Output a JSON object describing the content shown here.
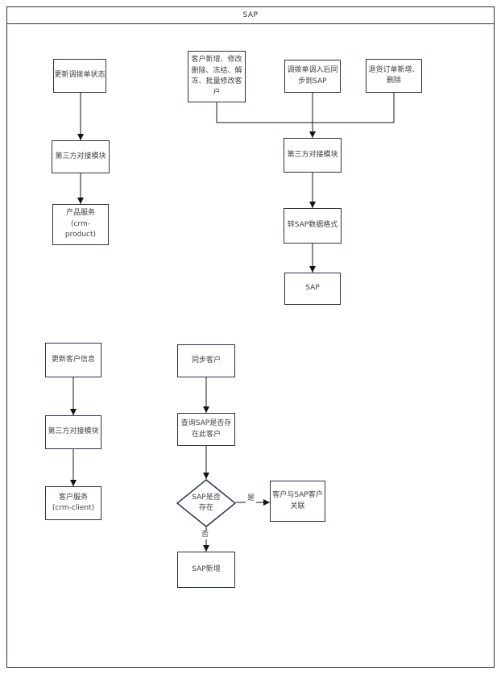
{
  "header": {
    "title": "SAP"
  },
  "nodes": [
    {
      "label": "更新调拨单状态"
    },
    {
      "label": "第三方对接模块"
    },
    {
      "label": "产品服务\n(crm-\nproduct)"
    },
    {
      "label": "客户新增、修改删除、冻结、解冻、批量修改客户"
    },
    {
      "label": "调拨单调入后同步到SAP"
    },
    {
      "label": "退货订单新增、删除"
    },
    {
      "label": "第三方对接模块"
    },
    {
      "label": "转SAP数据格式"
    },
    {
      "label": "SAP"
    },
    {
      "label": "更新客户信息"
    },
    {
      "label": "第三方对接模块"
    },
    {
      "label": "客户服务\n(crm-client)"
    },
    {
      "label": "同步客户"
    },
    {
      "label": "查询SAP是否存在此客户"
    },
    {
      "label": "SAP是否\n存在"
    },
    {
      "label": "客户与SAP客户关联"
    },
    {
      "label": "SAP新增"
    }
  ],
  "edge_labels": {
    "yes": "是",
    "no": "否"
  },
  "colors": {
    "frame": "#26334d",
    "node_border": "#26334d",
    "connector": "#141414",
    "text": "#3f3f3f"
  }
}
